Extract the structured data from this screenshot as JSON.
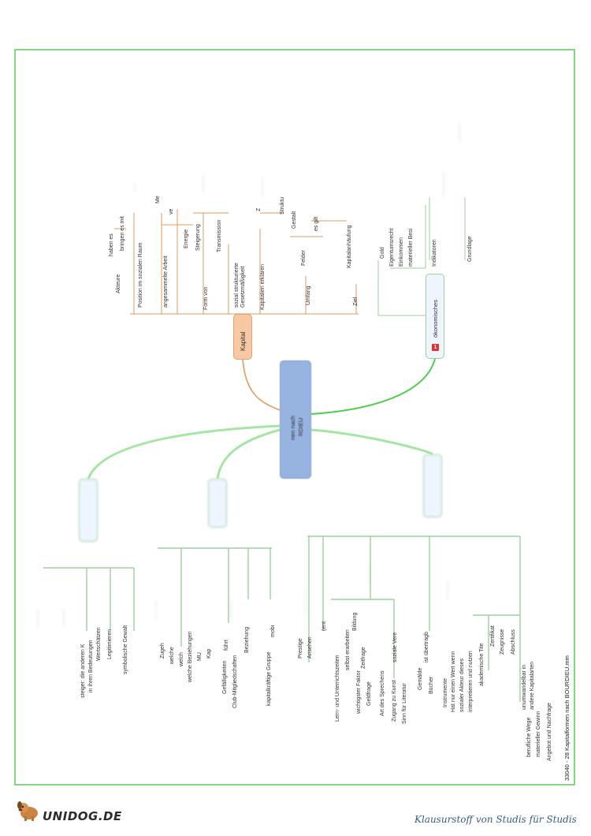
{
  "footer": {
    "brand": "UNIDOG.DE",
    "slogan": "Klausurstoff von Studis für Studis"
  },
  "side_caption": "33040 - 28 Kapitalformen nach BOURDIEU.mm",
  "colors": {
    "frame": "#86d586",
    "branch_green": "#7fdc7f",
    "branch_orange": "#e39b5f",
    "center_fill": "#97b3e0",
    "kapital_fill": "#f7c9a3"
  },
  "center": {
    "label_top": "nen nach",
    "label_bottom": "RDIEU"
  },
  "kapital": {
    "title": "Kapital",
    "branches": [
      {
        "label": "Akteure",
        "sub": [
          "haben es",
          "bringen es mit"
        ]
      },
      {
        "label": "Position im sozialen Raum"
      },
      {
        "label": "angesammelte Arbeit",
        "sub": [
          "Me",
          "ve"
        ]
      },
      {
        "label": "Form von",
        "sub": [
          "Energie",
          "Steigerung",
          "Transmission"
        ]
      },
      {
        "label": "sozial strukturierte Gesetzmäßigkeit"
      },
      {
        "label": "Kapitalien erklären",
        "sub": [
          "Z",
          "Struktu",
          "Gestalt"
        ]
      },
      {
        "label": "Umfang",
        "sub": [
          "Felder",
          "es gilt"
        ]
      },
      {
        "label": "Ziel",
        "sub": [
          "Kapitalanhäufung"
        ]
      }
    ]
  },
  "oekonomisches": {
    "badge": "1",
    "title": "ökonomisches",
    "items": [
      "Gold",
      "Eigentumsrecht",
      "Einkommen",
      "materieller Besi"
    ],
    "indikatoren_label": "Indikatoren",
    "grundlage_label": "Grundlage"
  },
  "kulturelles": {
    "items": [
      "Prestige",
      "Ansehen",
      "(ent",
      "selbst erarbeiten",
      "Lern- und Unterrichtszeiten",
      "Bildung",
      "Zeitfrage",
      "wichtigster Faktor",
      "Geldfrage",
      "soziale Vere",
      "Art des Sprechens",
      "Zugang zu Kunst",
      "Sinn für Literatur",
      "Gemälde",
      "ist übertragb",
      "Bücher",
      "Instrumente",
      "Hat nur einen Wert wenn",
      "sozialer Akteur dieses",
      "interpretieren und nutzen",
      "akademische Tite",
      "Zertifikat",
      "Zeugnisse",
      "Abschluss",
      "unumwandelbar in",
      "berufliche Wege",
      "materieller Gewinn",
      "andere Kapitalarten",
      "Angebot und Nachfrage"
    ]
  },
  "soziales": {
    "items": [
      "Zugeh",
      "welche",
      "welch",
      "welche Beziehungen",
      "MU",
      "Kap",
      "führt",
      "Beziehung",
      "Gefälligkeiten",
      "Club-Mitgliedschaften",
      "kapitalkräftige Gruppe",
      "mobi"
    ]
  },
  "symbolisches": {
    "items": [
      "steiger: die anderen K",
      "in ihren Bedeutungen",
      "Wertschätzen",
      "Legitimieren",
      "symbolische Gewalt"
    ]
  }
}
